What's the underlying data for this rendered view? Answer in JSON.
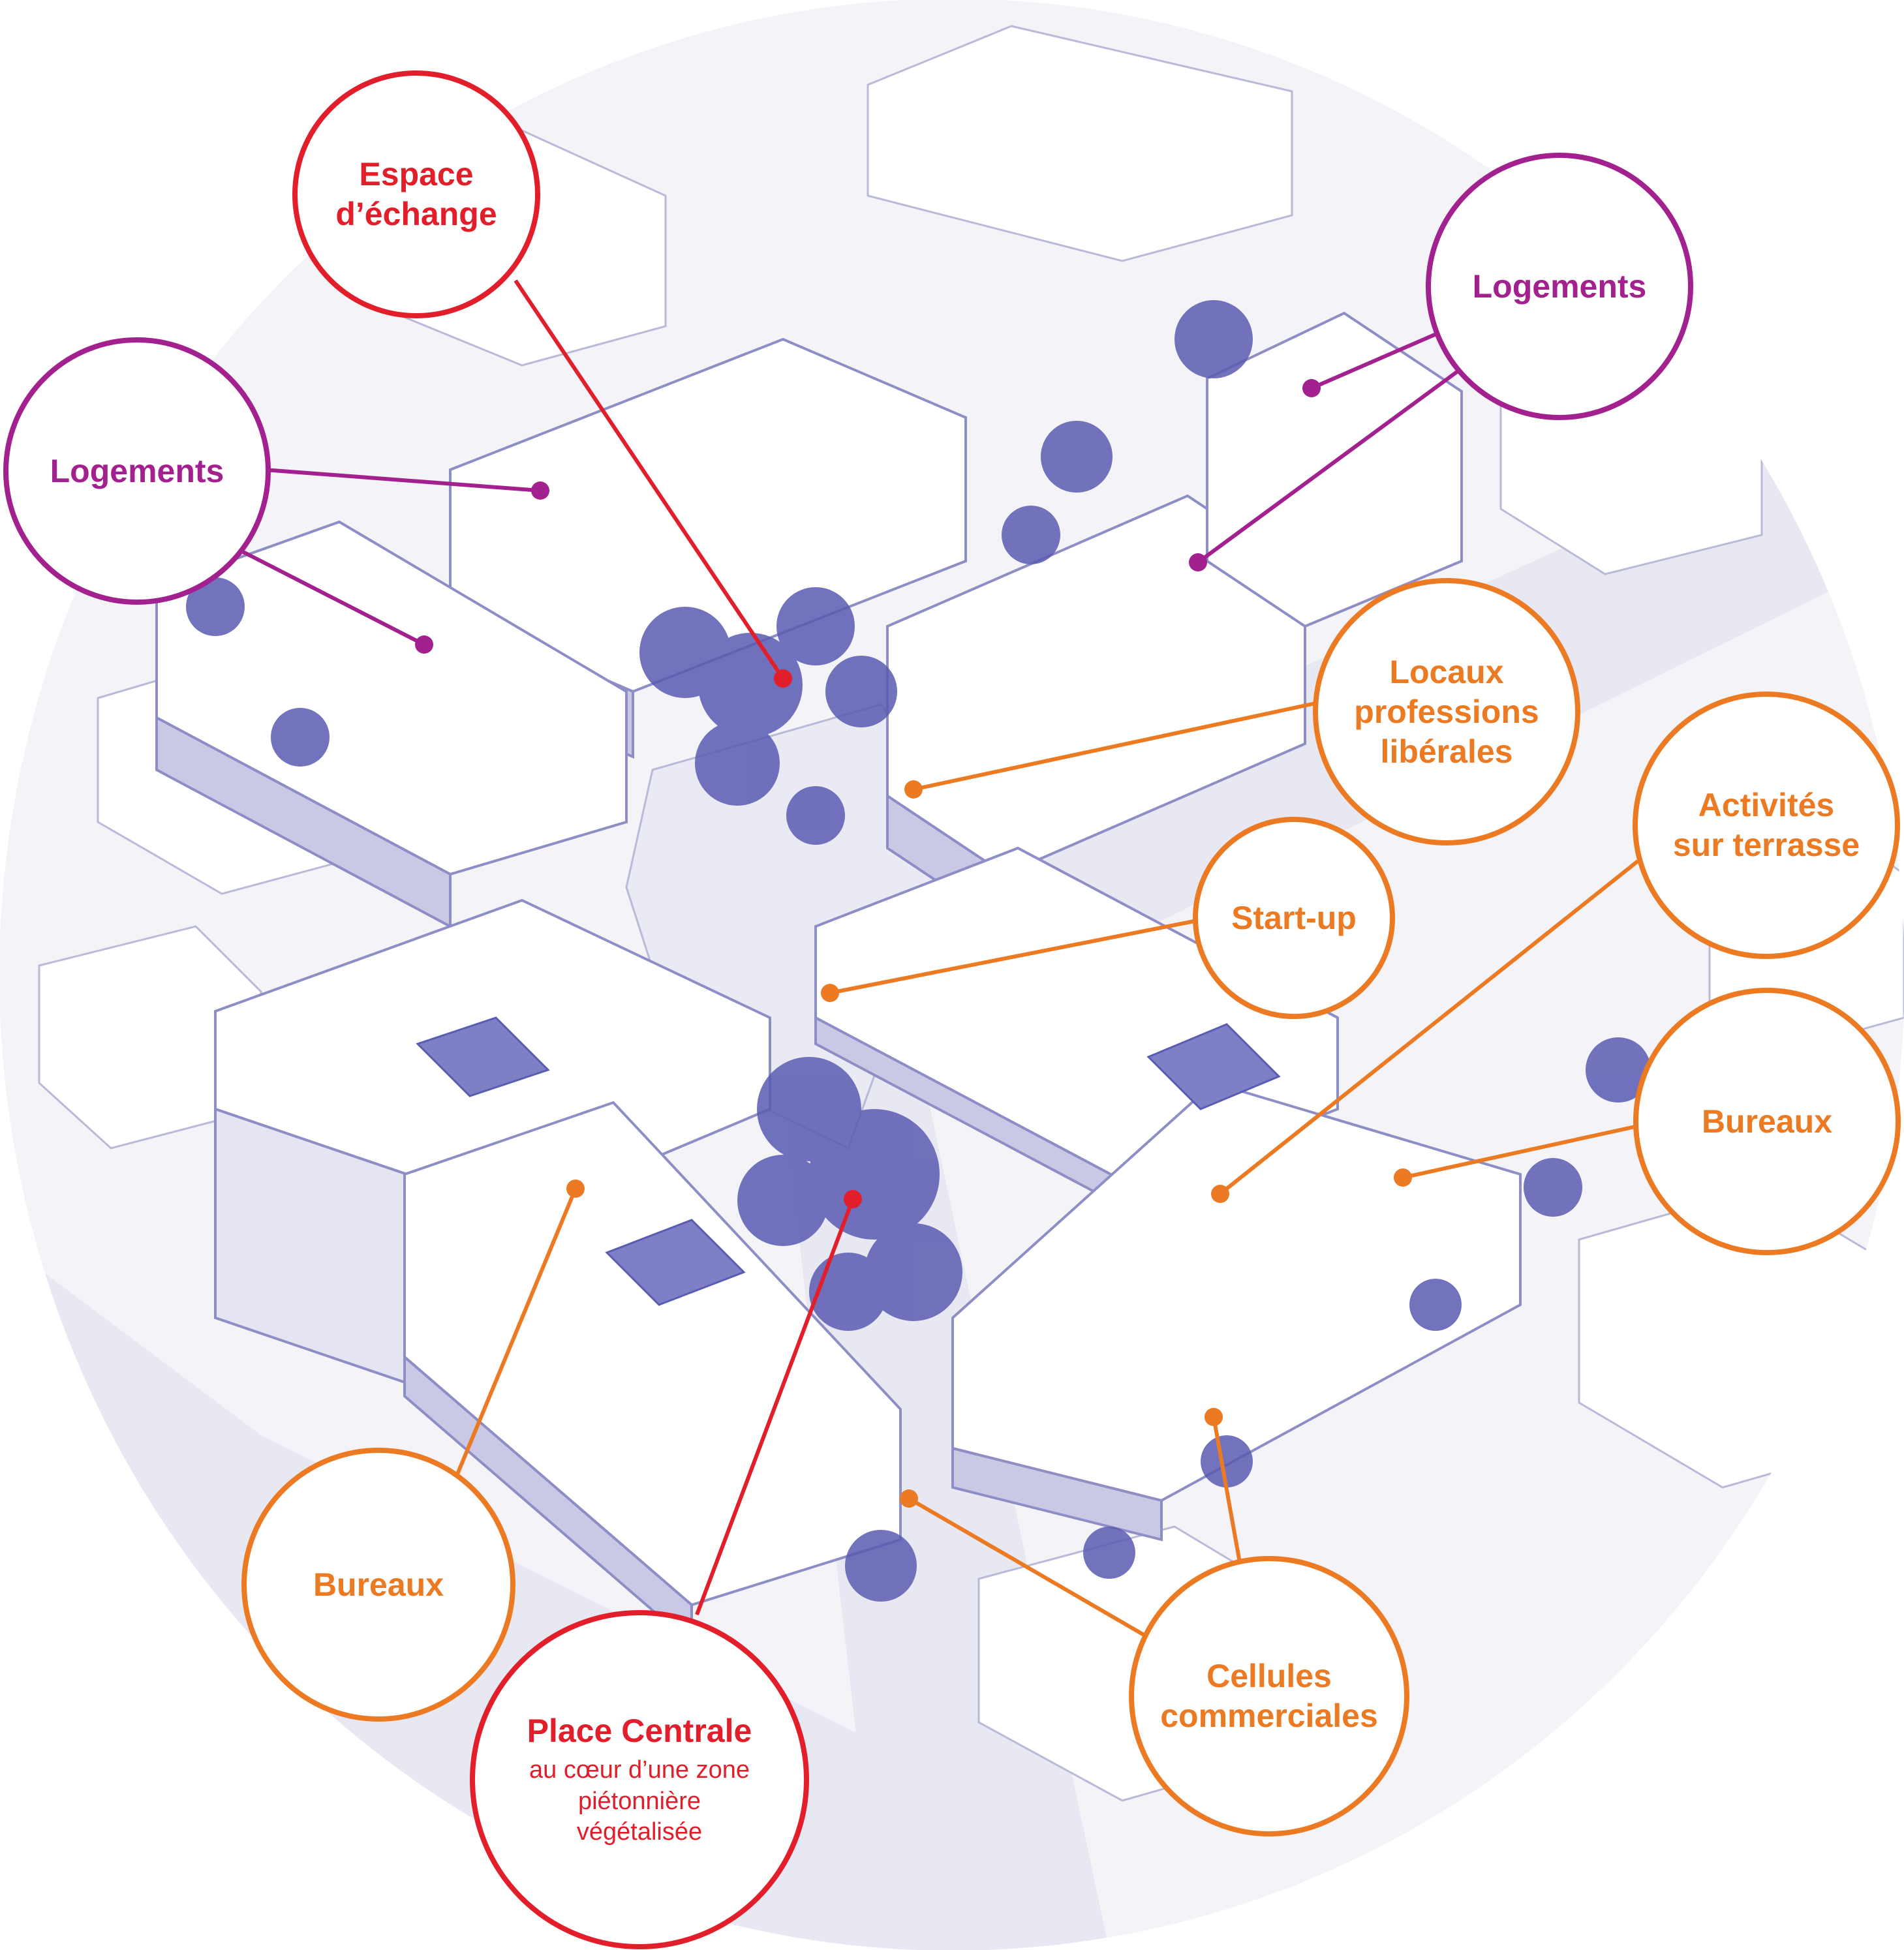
{
  "colors": {
    "purple": "#a3218f",
    "red": "#e21e2a",
    "orange": "#ec7a22",
    "scene_blue": "#5a5bb2",
    "scene_light": "#dcdcee",
    "scene_mid": "#9b9bd2"
  },
  "labels": [
    {
      "id": "espace-echange",
      "title": "Espace\nd’échange",
      "color": "red"
    },
    {
      "id": "logements-left",
      "title": "Logements",
      "color": "purple"
    },
    {
      "id": "logements-right",
      "title": "Logements",
      "color": "purple"
    },
    {
      "id": "locaux-professions",
      "title": "Locaux\nprofessions\nlibérales",
      "color": "orange"
    },
    {
      "id": "activites-terrasse",
      "title": "Activités\nsur terrasse",
      "color": "orange"
    },
    {
      "id": "start-up",
      "title": "Start-up",
      "color": "orange"
    },
    {
      "id": "bureaux-right",
      "title": "Bureaux",
      "color": "orange"
    },
    {
      "id": "bureaux-left",
      "title": "Bureaux",
      "color": "orange"
    },
    {
      "id": "place-centrale",
      "title": "Place Centrale",
      "subtitle": "au cœur d’une zone\npiétonnière\nvégétalisée",
      "color": "red"
    },
    {
      "id": "cellules-commerciales",
      "title": "Cellules\ncommerciales",
      "color": "orange"
    }
  ]
}
